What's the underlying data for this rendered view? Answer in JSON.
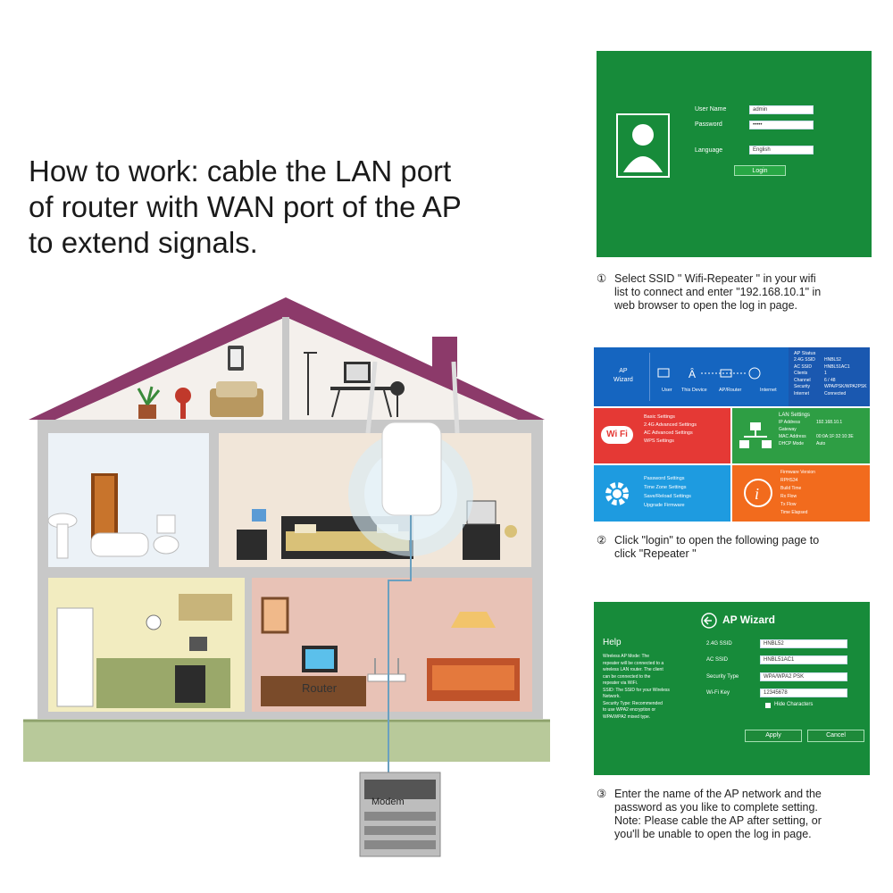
{
  "headline": {
    "line1": "How to work: cable the LAN port",
    "line2": "of router with WAN port of the AP",
    "line3": "to extend signals."
  },
  "house": {
    "router_label": "Router",
    "modem_label": "Modem"
  },
  "colors": {
    "green_panel": "#178b3a",
    "blue_tile": "#1565c0",
    "red_tile": "#e53935",
    "lightgreen_tile": "#2e9e44",
    "cyan_tile": "#1e9be0",
    "orange_tile": "#f26b1d"
  },
  "step1": {
    "login": {
      "username_label": "User Name",
      "username_value": "admin",
      "password_label": "Password",
      "password_value": "•••••",
      "language_label": "Language",
      "language_value": "English",
      "login_button": "Login"
    },
    "num": "①",
    "caption1": "Select SSID \" Wifi-Repeater \" in your wifi",
    "caption2": "list to connect and enter \"192.168.10.1\" in",
    "caption3": "web browser to open the log in page."
  },
  "step2": {
    "ap_wizard_line1": "AP",
    "ap_wizard_line2": "Wizard",
    "topology": {
      "user": "User",
      "this_device": "This Device",
      "ap_router": "AP/Router",
      "internet": "Internet"
    },
    "ap_status": {
      "title": "AP Status",
      "rows": [
        [
          "2.4G SSID",
          "HNBL52"
        ],
        [
          "AC SSID",
          "HNBL51AC1"
        ],
        [
          "Clients",
          "1"
        ],
        [
          "Channel",
          "6 / 48"
        ],
        [
          "Security",
          "WPA/PSK/WPA2PSK"
        ],
        [
          "Internet",
          "Connected"
        ]
      ]
    },
    "wifi_tile": {
      "logo": "Wi Fi",
      "items": [
        "Basic Settings",
        "2.4G Advanced Settings",
        "AC Advanced Settings",
        "WPS Settings"
      ]
    },
    "lan_tile": {
      "title": "LAN Settings",
      "rows": [
        [
          "IP Address",
          "192.168.10.1"
        ],
        [
          "Gateway",
          ""
        ],
        [
          "MAC Address",
          "00:0A:1F:32:10:3E"
        ],
        [
          "DHCP Mode",
          "Auto"
        ]
      ]
    },
    "tools_tile": {
      "items": [
        "Password Settings",
        "Time Zone Settings",
        "Save/Reload Settings",
        "Upgrade Firmware"
      ]
    },
    "info_tile": {
      "rows": [
        "Firmware Version",
        "RPHS34",
        "Build Time",
        "Rx Flow",
        "Tx Flow",
        "Time Elapsed"
      ]
    },
    "num": "②",
    "caption1": "Click \"login\" to open the following page to",
    "caption2": "click \"Repeater \""
  },
  "step3": {
    "title": "AP Wizard",
    "help_title": "Help",
    "help_lines": [
      "Wireless AP Mode: The",
      "repeater will be connected to a",
      "wireless LAN router. The client",
      "can be connected to the",
      "repeater via WiFi.",
      "",
      "SSID: The SSID for your Wireless",
      "Network.",
      "",
      "Security Type: Recommended",
      "to use WPA2 encryption or",
      "WPA/WPA2 mixed type."
    ],
    "ssid24_label": "2.4G SSID",
    "ssid24_value": "HNBL52",
    "ssidac_label": "AC SSID",
    "ssidac_value": "HNBL51AC1",
    "security_label": "Security Type",
    "security_value": "WPA/WPA2 PSK",
    "key_label": "Wi-Fi Key",
    "key_value": "12345678",
    "hide_chars": "Hide Characters",
    "apply_button": "Apply",
    "cancel_button": "Cancel",
    "num": "③",
    "caption1": "Enter the name of the AP network and the",
    "caption2": "password as you like to complete setting.",
    "caption3": "Note: Please cable  the AP after setting, or",
    "caption4": "you'll be unable to open the log in page."
  }
}
